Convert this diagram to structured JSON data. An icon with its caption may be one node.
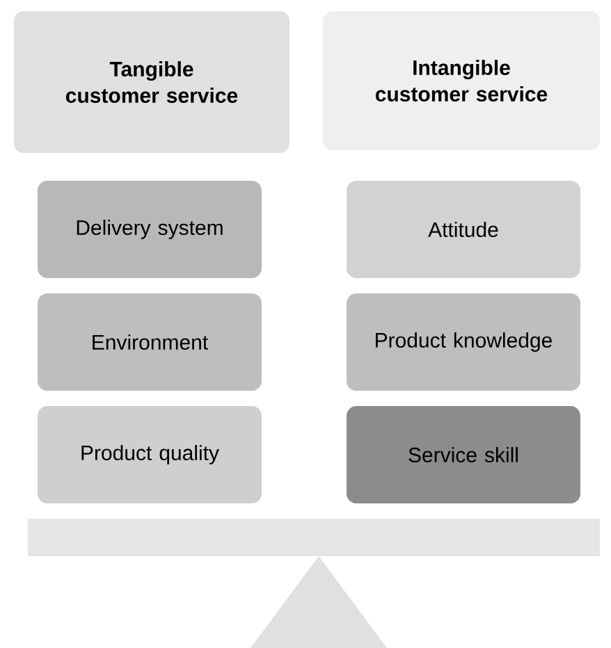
{
  "diagram": {
    "nodes": [
      {
        "text": [
          "Tangible customer service"
        ]
      },
      {
        "text": [
          "Intangible customer service"
        ]
      },
      {
        "text": [
          "Delivery system"
        ]
      },
      {
        "text": [
          "Attitude"
        ]
      },
      {
        "text": [
          "Environment"
        ]
      },
      {
        "text": [
          "Product knowledge"
        ]
      },
      {
        "text": [
          "Product quality"
        ]
      },
      {
        "text": [
          "Service skill"
        ]
      }
    ]
  }
}
